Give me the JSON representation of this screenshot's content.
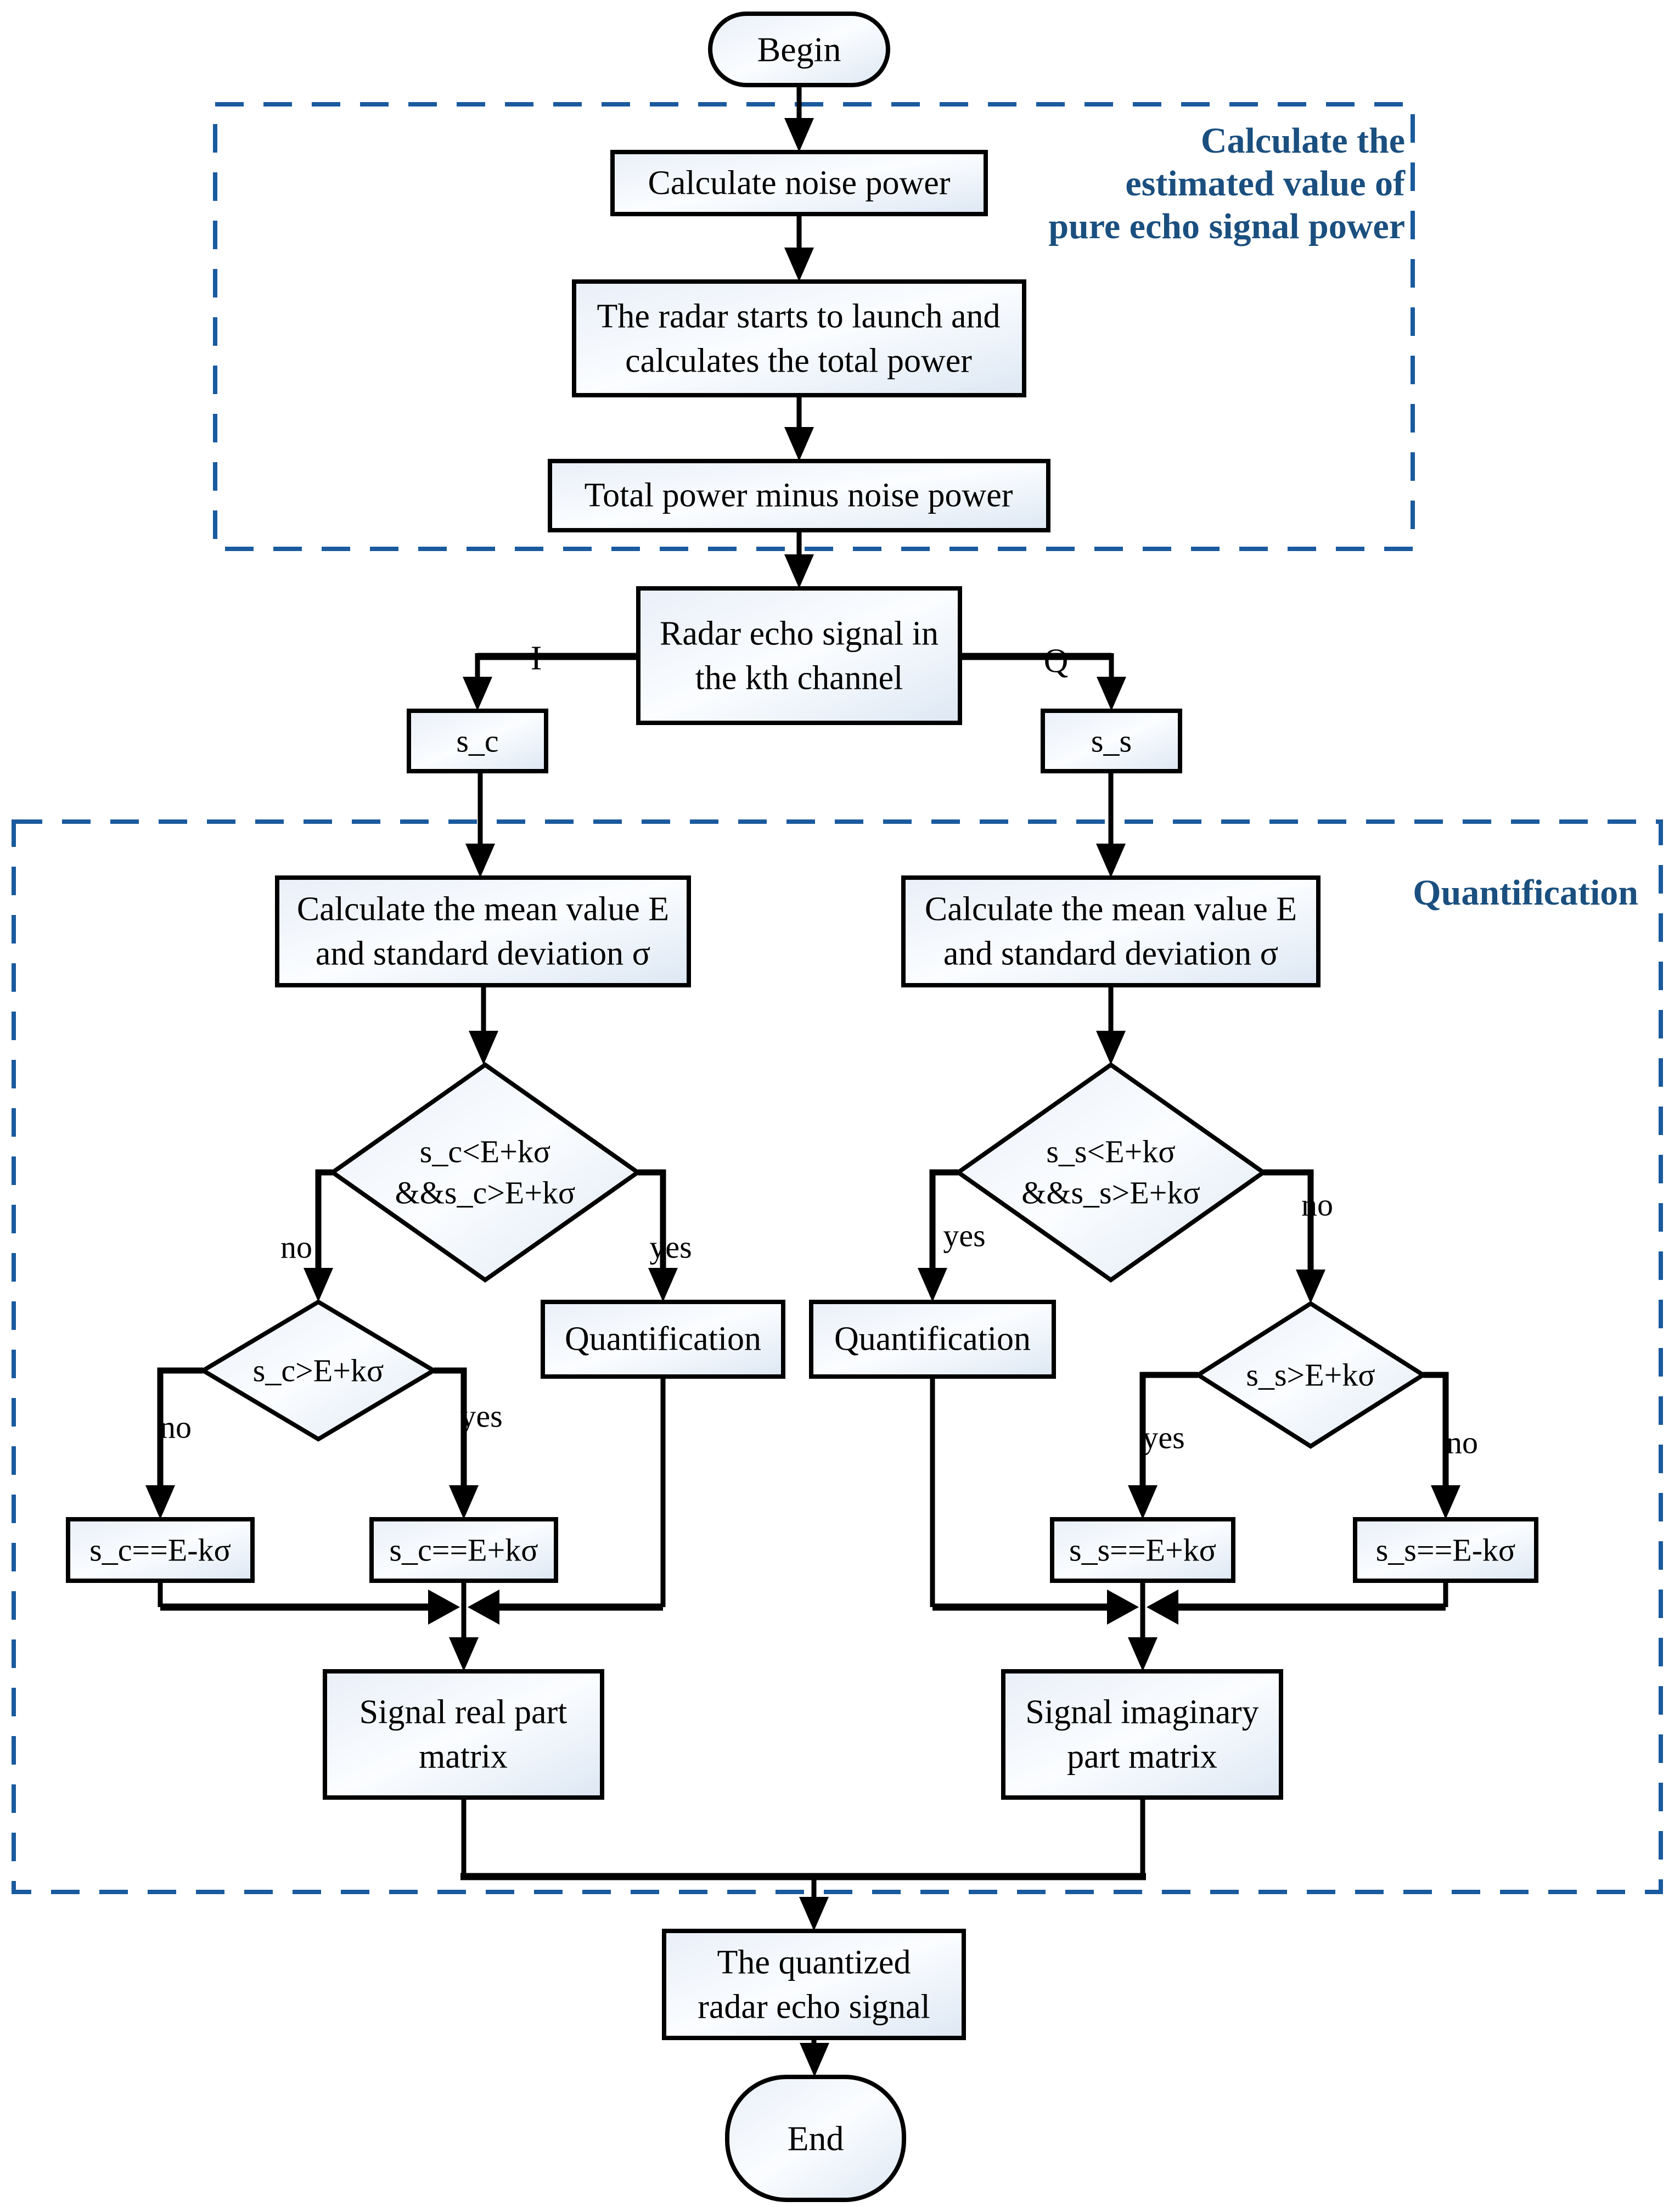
{
  "flowchart": {
    "type": "flowchart",
    "colors": {
      "region_border": "#1a5a9e",
      "region_label": "#1a4f7f",
      "node_border": "#000000",
      "connector": "#000000",
      "node_fill_light": "#fbfdff",
      "node_fill_shade": "#dde7f3"
    },
    "regions": {
      "power_estimate": {
        "label": "Calculate the\nestimated value of\npure echo signal power"
      },
      "quantification": {
        "label": "Quantification"
      }
    },
    "nodes": {
      "begin": {
        "label": "Begin"
      },
      "calc_noise": {
        "label": "Calculate noise power"
      },
      "radar_launch": {
        "label": "The radar starts to launch and\ncalculates the total power"
      },
      "total_minus_noise": {
        "label": "Total power minus noise power"
      },
      "radar_echo": {
        "label": "Radar echo signal in\nthe kth channel"
      },
      "s_c": {
        "label": "s_c"
      },
      "s_s": {
        "label": "s_s"
      },
      "calc_mean_left": {
        "label": "Calculate the mean value E\nand standard deviation σ"
      },
      "calc_mean_right": {
        "label": "Calculate the mean value E\nand standard deviation σ"
      },
      "cond_sc_range": {
        "label": "s_c<E+kσ\n&&s_c>E+kσ"
      },
      "cond_ss_range": {
        "label": "s_s<E+kσ\n&&s_s>E+kσ"
      },
      "cond_sc_gt": {
        "label": "s_c>E+kσ"
      },
      "cond_ss_gt": {
        "label": "s_s>E+kσ"
      },
      "quant_left": {
        "label": "Quantification"
      },
      "quant_right": {
        "label": "Quantification"
      },
      "sc_assign_minus": {
        "label": "s_c==E-kσ"
      },
      "sc_assign_plus": {
        "label": "s_c==E+kσ"
      },
      "ss_assign_plus": {
        "label": "s_s==E+kσ"
      },
      "ss_assign_minus": {
        "label": "s_s==E-kσ"
      },
      "real_matrix": {
        "label": "Signal real part\nmatrix"
      },
      "imag_matrix": {
        "label": "Signal imaginary\npart matrix"
      },
      "quantized_signal": {
        "label": "The quantized\nradar echo signal"
      },
      "end": {
        "label": "End"
      }
    },
    "edge_labels": {
      "i": "I",
      "q": "Q",
      "yes": "yes",
      "no": "no"
    }
  }
}
